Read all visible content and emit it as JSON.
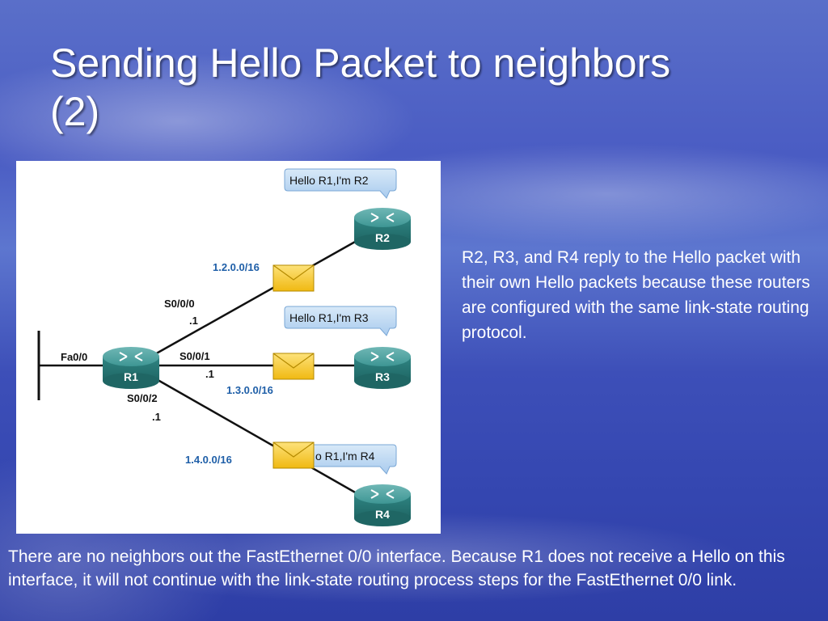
{
  "slide": {
    "title_line1": "Sending Hello Packet to neighbors",
    "title_line2": "(2)",
    "side_text": "R2, R3, and R4 reply to the Hello packet with their own Hello packets because these routers are configured with the same link-state routing protocol.",
    "bottom_text": "There are no neighbors out the FastEthernet 0/0 interface. Because R1 does not receive a Hello on this interface, it will not continue with the link-state routing process steps for the FastEthernet 0/0 link."
  },
  "diagram": {
    "routers": {
      "r1": "R1",
      "r2": "R2",
      "r3": "R3",
      "r4": "R4"
    },
    "interfaces": {
      "fa00": "Fa0/0",
      "s000": "S0/0/0",
      "s001": "S0/0/1",
      "s002": "S0/0/2",
      "dot1_a": ".1",
      "dot1_b": ".1",
      "dot1_c": ".1"
    },
    "networks": {
      "net2": "1.2.0.0/16",
      "net3": "1.3.0.0/16",
      "net4": "1.4.0.0/16"
    },
    "bubbles": {
      "b2": "Hello R1,I'm R2",
      "b3": "Hello R1,I'm R3",
      "b4": "o R1,I'm R4"
    },
    "colors": {
      "router": "#2a8a8a",
      "envelope": "#f5c518",
      "bubble": "#b8d6f2",
      "network_label": "#1f5fa8"
    }
  }
}
